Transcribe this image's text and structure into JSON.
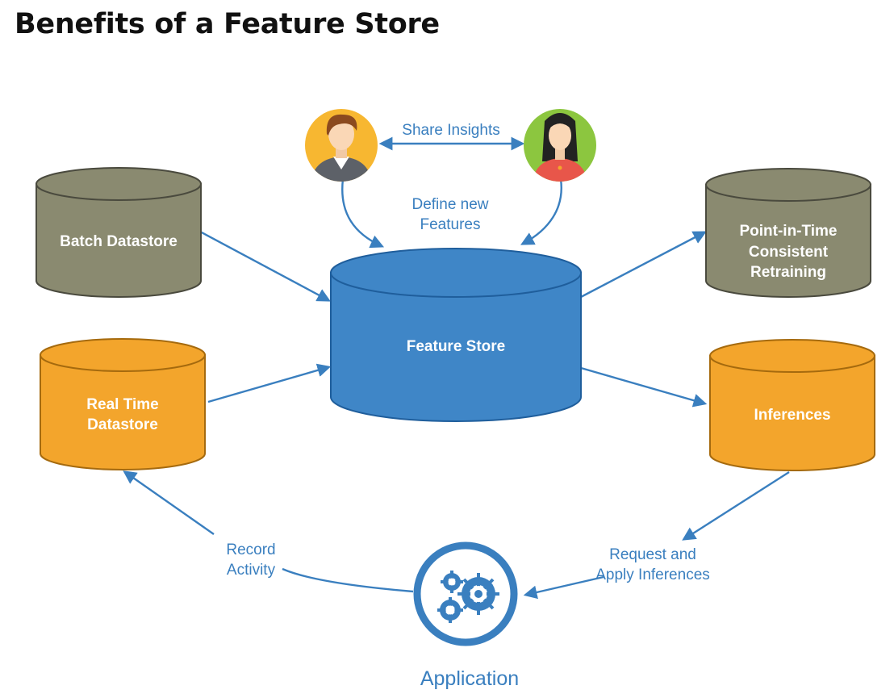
{
  "title": "Benefits of a Feature Store",
  "colors": {
    "blue": "#3f86c7",
    "blue_dark": "#1f5e9c",
    "olive": "#8a8a70",
    "olive_dark": "#4a4a3e",
    "orange": "#f3a52c",
    "orange_dark": "#a56a0e",
    "arrow": "#3a7fbf"
  },
  "nodes": {
    "batch": "Batch Datastore",
    "realtime": [
      "Real Time",
      "Datastore"
    ],
    "feature_store": "Feature Store",
    "retraining": [
      "Point-in-Time",
      "Consistent",
      "Retraining"
    ],
    "inferences": "Inferences",
    "application": "Application"
  },
  "edges": {
    "share": "Share Insights",
    "define": [
      "Define new",
      "Features"
    ],
    "record": [
      "Record",
      "Activity"
    ],
    "request": [
      "Request and",
      "Apply Inferences"
    ]
  },
  "icons": {
    "user_male": "male-user-avatar-icon",
    "user_female": "female-user-avatar-icon",
    "application": "gears-icon"
  }
}
